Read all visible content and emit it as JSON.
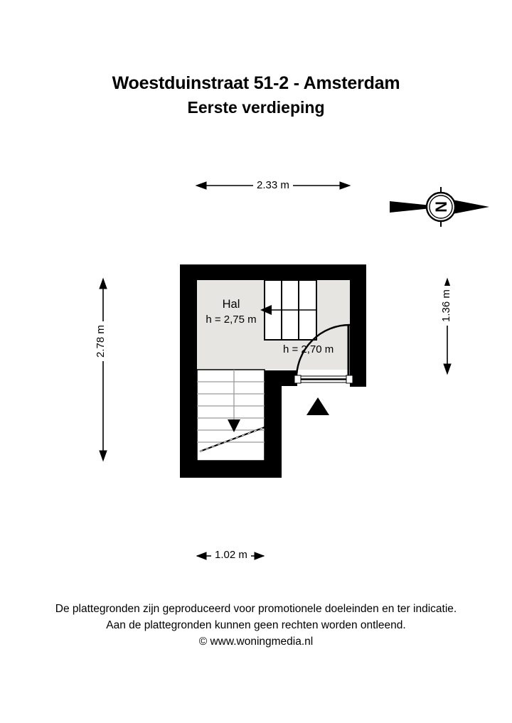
{
  "title": {
    "address": "Woestduinstraat 51-2 - Amsterdam",
    "floor": "Eerste verdieping"
  },
  "dimensions": {
    "top": "2.33 m",
    "bottom": "1.02 m",
    "left": "2.78 m",
    "right": "1.36 m"
  },
  "rooms": [
    {
      "name": "Hal",
      "height_label": "h = 2,75 m"
    },
    {
      "name": "",
      "height_label": "h = 2,70 m"
    }
  ],
  "compass": {
    "label": "N"
  },
  "footer": {
    "line1": "De plattegronden zijn geproduceerd voor promotionele doeleinden en ter indicatie.",
    "line2": "Aan de plattegronden kunnen geen rechten worden ontleend.",
    "line3": "© www.woningmedia.nl"
  },
  "colors": {
    "wall": "#000000",
    "floor": "#e6e5e2",
    "paper": "#ffffff",
    "line": "#1a1a1a",
    "stair_line": "#9a9a9a"
  }
}
